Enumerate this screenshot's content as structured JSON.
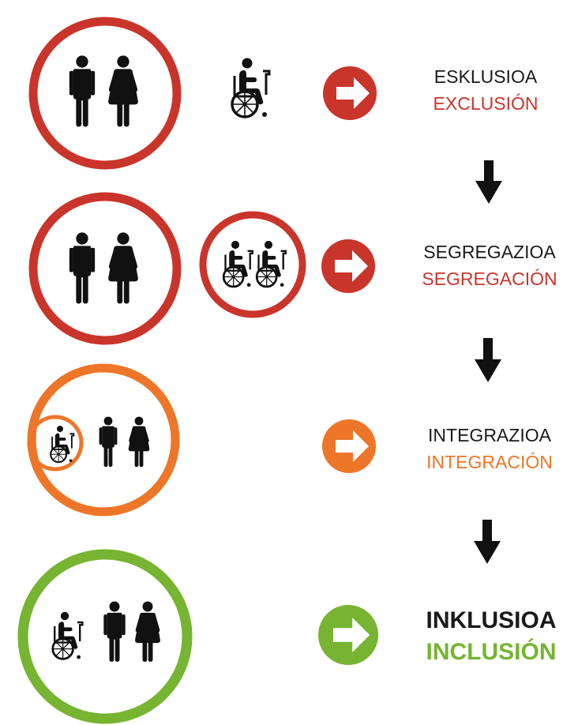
{
  "colors": {
    "red": "#c9352b",
    "orange": "#ee7628",
    "green": "#76b431",
    "black": "#111111"
  },
  "stages": [
    {
      "basque": "ESKLUSIOA",
      "spanish": "EXCLUSIÓN",
      "color_key": "red",
      "emphasis": false
    },
    {
      "basque": "SEGREGAZIOA",
      "spanish": "SEGREGACIÓN",
      "color_key": "red",
      "emphasis": false
    },
    {
      "basque": "INTEGRAZIOA",
      "spanish": "INTEGRACIÓN",
      "color_key": "orange",
      "emphasis": false
    },
    {
      "basque": "INKLUSIOA",
      "spanish": "INCLUSIÓN",
      "color_key": "green",
      "emphasis": true
    }
  ],
  "icons": [
    "man-icon",
    "woman-icon",
    "wheelchair-user-icon",
    "right-arrow-icon",
    "down-arrow-icon"
  ]
}
